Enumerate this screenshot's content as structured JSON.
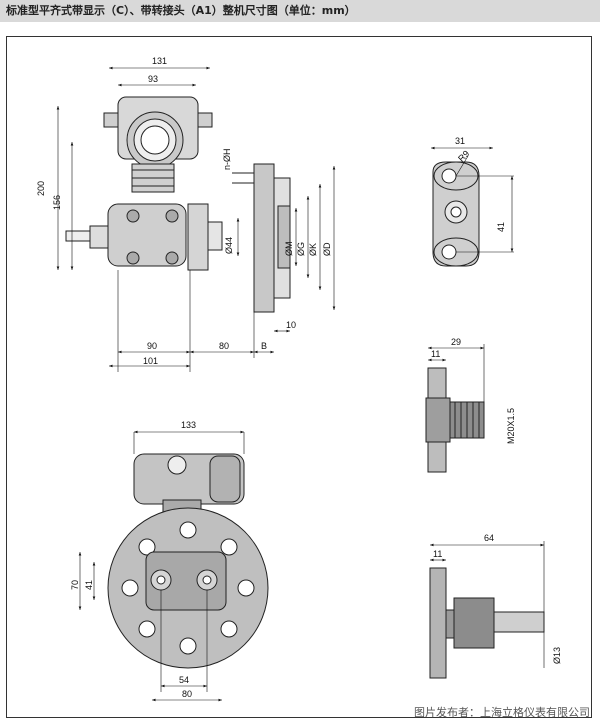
{
  "header": {
    "title": "标准型平齐式带显示（C）、带转接头（A1）整机尺寸图（单位：mm）"
  },
  "watermark": "图片发布者：上海立格仪表有限公司",
  "dims": {
    "d131": "131",
    "d93": "93",
    "d200": "200",
    "d156": "156",
    "dH": "n-ØH",
    "d44": "Ø44",
    "dM": "ØM",
    "dG": "ØG",
    "dK": "ØK",
    "dD": "ØD",
    "d10": "10",
    "d90": "90",
    "d80a": "80",
    "dB": "B",
    "d101": "101",
    "d31": "31",
    "dR9": "R9",
    "d41a": "41",
    "d11a": "11",
    "d29": "29",
    "dM20": "M20X1.5",
    "d133": "133",
    "d70": "70",
    "d41b": "41",
    "d54": "54",
    "d80b": "80",
    "d11b": "11",
    "d64": "64",
    "d13": "Ø13"
  }
}
